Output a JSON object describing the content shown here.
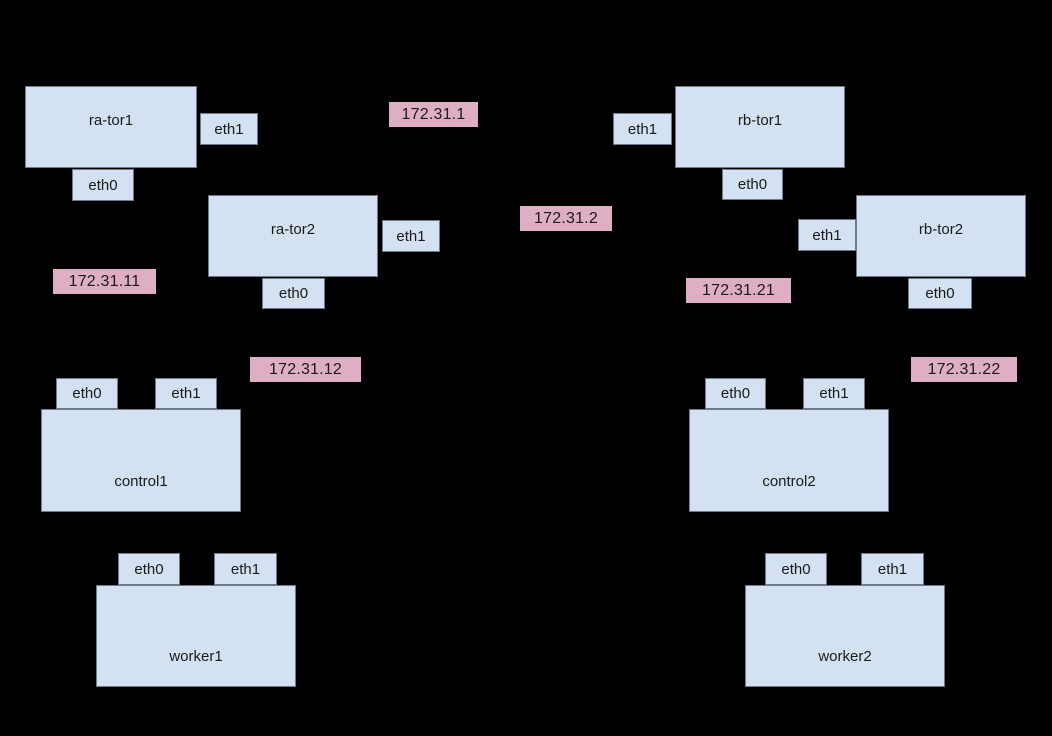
{
  "diagram": {
    "title": "network-topology",
    "background_color": "#000000",
    "node_fill_color": "#d4e1f2",
    "node_border_color": "#6c7a89",
    "iface_fill_color": "#d4e1f2",
    "ip_label_color": "#deaec4",
    "text_color": "#1a1a1a"
  },
  "nodes": {
    "ra_tor1": {
      "label": "ra-tor1"
    },
    "ra_tor2": {
      "label": "ra-tor2"
    },
    "rb_tor1": {
      "label": "rb-tor1"
    },
    "rb_tor2": {
      "label": "rb-tor2"
    },
    "control1": {
      "label": "control1"
    },
    "control2": {
      "label": "control2"
    },
    "worker1": {
      "label": "worker1"
    },
    "worker2": {
      "label": "worker2"
    }
  },
  "interfaces": {
    "ra_tor1_eth1": {
      "label": "eth1"
    },
    "ra_tor1_eth0": {
      "label": "eth0"
    },
    "ra_tor2_eth1": {
      "label": "eth1"
    },
    "ra_tor2_eth0": {
      "label": "eth0"
    },
    "rb_tor1_eth1": {
      "label": "eth1"
    },
    "rb_tor1_eth0": {
      "label": "eth0"
    },
    "rb_tor2_eth1": {
      "label": "eth1"
    },
    "rb_tor2_eth0": {
      "label": "eth0"
    },
    "control1_eth0": {
      "label": "eth0"
    },
    "control1_eth1": {
      "label": "eth1"
    },
    "control2_eth0": {
      "label": "eth0"
    },
    "control2_eth1": {
      "label": "eth1"
    },
    "worker1_eth0": {
      "label": "eth0"
    },
    "worker1_eth1": {
      "label": "eth1"
    },
    "worker2_eth0": {
      "label": "eth0"
    },
    "worker2_eth1": {
      "label": "eth1"
    }
  },
  "ip_labels": {
    "net_172_31_1": {
      "label": "172.31.1"
    },
    "net_172_31_2": {
      "label": "172.31.2"
    },
    "net_172_31_11": {
      "label": "172.31.11"
    },
    "net_172_31_12": {
      "label": "172.31.12"
    },
    "net_172_31_21": {
      "label": "172.31.21"
    },
    "net_172_31_22": {
      "label": "172.31.22"
    }
  }
}
